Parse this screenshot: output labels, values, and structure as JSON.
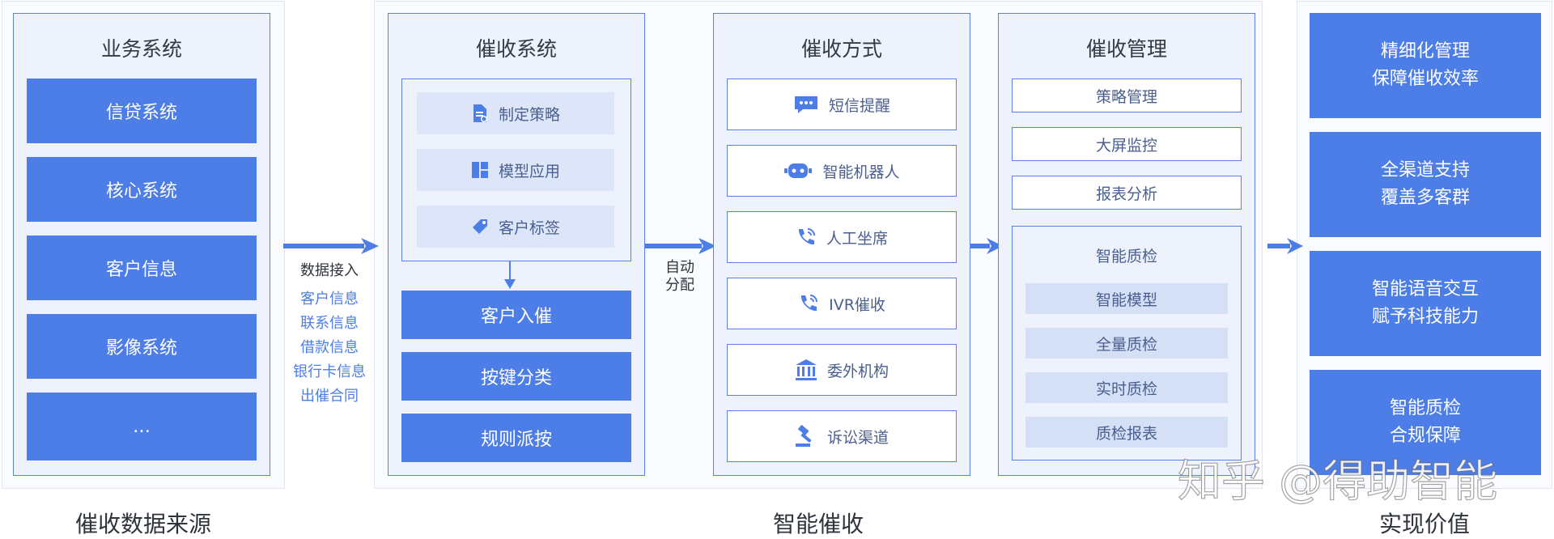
{
  "col_labels": {
    "left": "催收数据来源",
    "middle": "智能催收",
    "right": "实现价值"
  },
  "business": {
    "title": "业务系统",
    "items": [
      "信贷系统",
      "核心系统",
      "客户信息",
      "影像系统",
      "…"
    ]
  },
  "data_input": {
    "title": "数据接入",
    "items": [
      "客户信息",
      "联系信息",
      "借款信息",
      "银行卡信息",
      "出催合同"
    ]
  },
  "collection_system": {
    "title": "催收系统",
    "inner": [
      {
        "label": "制定策略",
        "icon": "document-icon"
      },
      {
        "label": "模型应用",
        "icon": "grid-icon"
      },
      {
        "label": "客户标签",
        "icon": "tag-icon"
      }
    ],
    "steps": [
      "客户入催",
      "按键分类",
      "规则派按"
    ]
  },
  "auto_assign": {
    "line1": "自动",
    "line2": "分配"
  },
  "methods": {
    "title": "催收方式",
    "items": [
      {
        "label": "短信提醒",
        "icon": "sms-icon"
      },
      {
        "label": "智能机器人",
        "icon": "robot-icon"
      },
      {
        "label": "人工坐席",
        "icon": "phone-icon"
      },
      {
        "label": "IVR催收",
        "icon": "phone-icon"
      },
      {
        "label": "委外机构",
        "icon": "bank-icon"
      },
      {
        "label": "诉讼渠道",
        "icon": "gavel-icon"
      }
    ]
  },
  "management": {
    "title": "催收管理",
    "items": [
      "策略管理",
      "大屏监控",
      "报表分析"
    ],
    "qc": {
      "title": "智能质检",
      "items": [
        "智能模型",
        "全量质检",
        "实时质检",
        "质检报表"
      ]
    }
  },
  "values": [
    [
      "精细化管理",
      "保障催收效率"
    ],
    [
      "全渠道支持",
      "覆盖多客群"
    ],
    [
      "智能语音交互",
      "赋予科技能力"
    ],
    [
      "智能质检",
      "合规保障"
    ]
  ],
  "watermark": "知乎 @得助智能",
  "colors": {
    "accent": "#4d7de6",
    "panel_border": "#5b82e3",
    "panel_bg": "#edf2fc"
  }
}
